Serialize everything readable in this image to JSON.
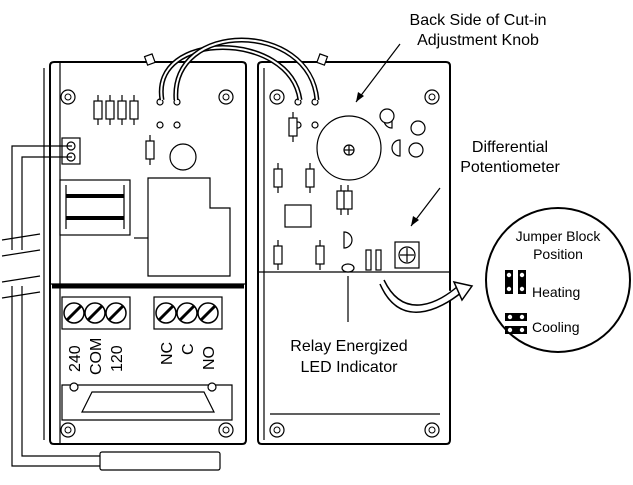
{
  "labels": {
    "knob_line1": "Back Side of Cut-in",
    "knob_line2": "Adjustment Knob",
    "diff_line1": "Differential",
    "diff_line2": "Potentiometer",
    "relay_line1": "Relay Energized",
    "relay_line2": "LED Indicator",
    "jumper_line1": "Jumper Block",
    "jumper_line2": "Position",
    "heating": "Heating",
    "cooling": "Cooling"
  },
  "terminals_left": [
    "240",
    "COM",
    "120"
  ],
  "terminals_right": [
    "NC",
    "C",
    "NO"
  ],
  "icons": [
    "screw-icon",
    "resistor-icon",
    "transformer-icon",
    "potentiometer-icon",
    "led-icon",
    "jumper-icon"
  ]
}
